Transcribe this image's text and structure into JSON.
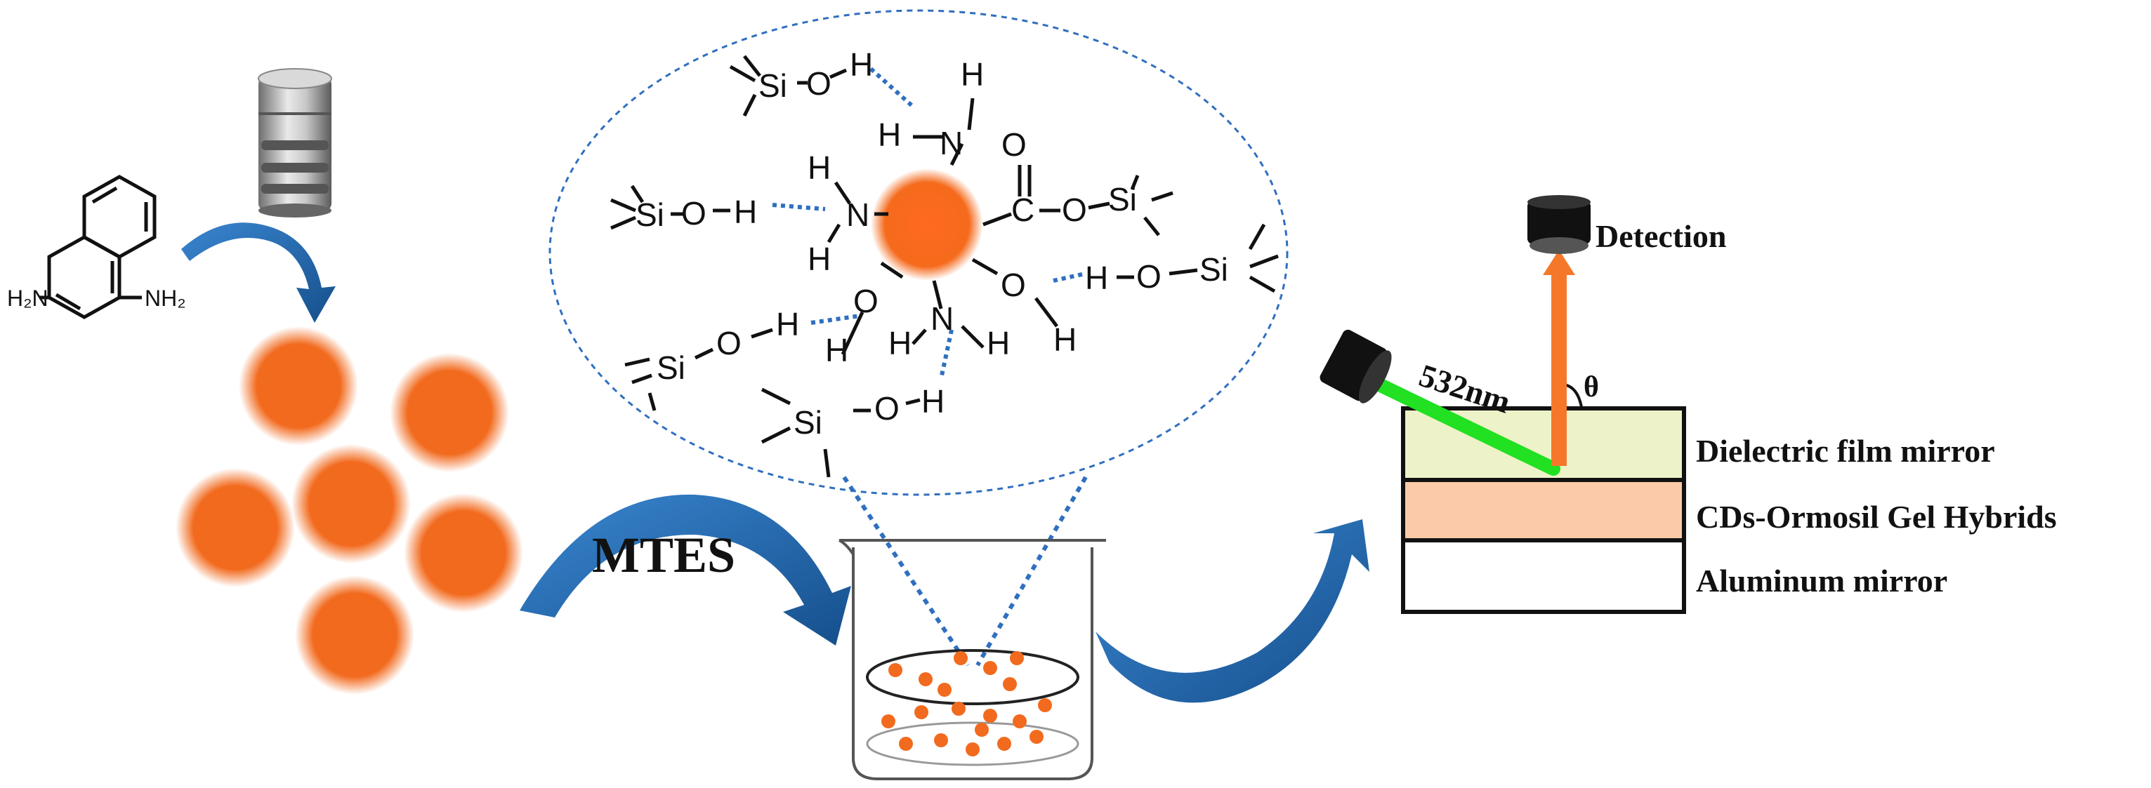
{
  "precursor": {
    "amine_left": "H₂N",
    "amine_right": "NH₂"
  },
  "reagent_label": "MTES",
  "zoom_labels": {
    "si": "Si",
    "o": "O",
    "h": "H",
    "n": "N",
    "c": "C"
  },
  "setup": {
    "wavelength_label": "532nm",
    "angle_label": "θ",
    "detection_label": "Detection",
    "layers": [
      {
        "name": "Dielectric film mirror",
        "color": "#eef2c8"
      },
      {
        "name": "CDs-Ormosil Gel Hybrids",
        "color": "#fbcaa8"
      },
      {
        "name": "Aluminum mirror",
        "color": "#ffffff"
      }
    ]
  },
  "colors": {
    "carbon_dot": "#f26a1e",
    "arrow_blue": "#1f6fb8",
    "bond_dotted": "#2f6fc0",
    "laser_green": "#22e022",
    "emission_orange": "#f5782a"
  },
  "icons": [
    "autoclave-icon",
    "laser-source-icon",
    "detector-icon",
    "beaker-icon"
  ]
}
